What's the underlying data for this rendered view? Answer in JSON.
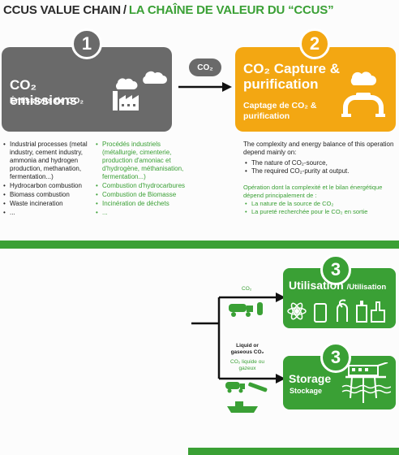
{
  "title": {
    "en": "CCUS VALUE CHAIN",
    "sep": "/",
    "fr": "LA CHAÎNE DE VALEUR DU “CCUS”"
  },
  "step1": {
    "number": "1",
    "heading": "CO₂ emissions",
    "subheading": "Émissions de CO₂"
  },
  "step2": {
    "number": "2",
    "heading": "CO₂ Capture & purification",
    "subheading": "Captage de CO₂ & purification"
  },
  "transport_cloud": "CO₂",
  "emission_sources_en": [
    "Industrial processes (metal industry, cement industry, ammonia and hydrogen production, methanation, fermentation...)",
    "Hydrocarbon combustion",
    "Biomass combustion",
    "Waste incineration",
    "..."
  ],
  "emission_sources_fr": [
    "Procédés industriels (métallurgie, cimenterie, production d'amoniac et d'hydrogène, méthanisation, fermentation...)",
    "Combustion d'hydrocarbures",
    "Combustion de Biomasse",
    "Incinération de déchets",
    "..."
  ],
  "operation_en": {
    "intro": "The complexity and energy balance of this operation depend mainly on:",
    "points": [
      "The nature of CO₂-source,",
      "The required CO₂-purity at output."
    ]
  },
  "operation_fr": {
    "intro": "Opération dont la complexité et le bilan énergétique dépend principalement de :",
    "points": [
      "La nature de la source de CO₂",
      "La pureté recherchée pour le CO₂ en sortie"
    ]
  },
  "step3_util": {
    "number": "3",
    "title": "Utilisation",
    "title_fr": "/Utilisation"
  },
  "step3_storage": {
    "number": "3",
    "title": "Storage",
    "subtitle": "Stockage"
  },
  "labels": {
    "co2_small": "CO₂",
    "liquid_en": "Liquid or gaseous CO₂",
    "liquid_fr": "CO₂ liquide ou gazeux"
  },
  "colors": {
    "gray": "#6a6a6a",
    "orange": "#f3a712",
    "green": "#3aa035"
  }
}
